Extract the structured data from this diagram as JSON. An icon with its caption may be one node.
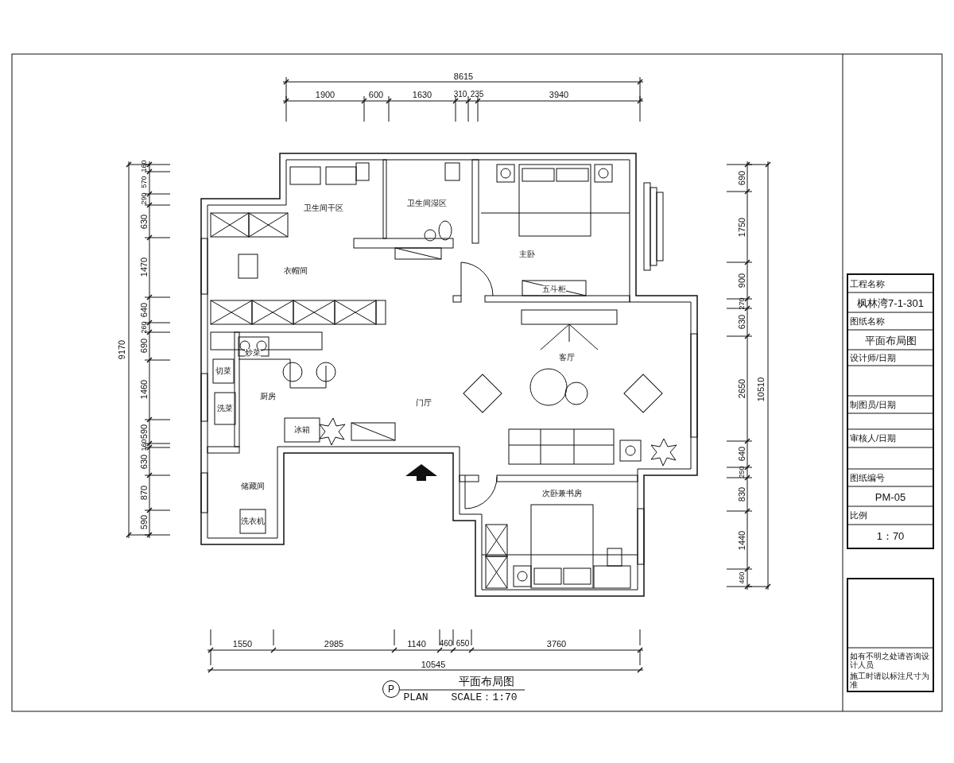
{
  "diagram": {
    "labels": [
      "8615",
      "1900",
      "600",
      "1630",
      "310",
      "235",
      "3940",
      "9170",
      "160",
      "570",
      "290",
      "630",
      "1470",
      "640",
      "260",
      "690",
      "1460",
      "590",
      "160",
      "630",
      "870",
      "590",
      "690",
      "1750",
      "900",
      "270",
      "630",
      "2650",
      "640",
      "250",
      "830",
      "1440",
      "460",
      "10510",
      "1550",
      "2985",
      "1140",
      "460",
      "650",
      "3760",
      "10545",
      "卫生间干区",
      "卫生间湿区",
      "衣帽间",
      "主卧",
      "五斗柜",
      "客厅",
      "炒菜",
      "切菜",
      "厨房",
      "门厅",
      "洗菜",
      "冰箱",
      "储藏间",
      "次卧兼书房",
      "洗衣机",
      "平面布局图",
      "P",
      "PLAN",
      "SCALE：1:70",
      "工程名称",
      "枫林湾7-1-301",
      "图纸名称",
      "平面布局图",
      "设计师/日期",
      "制图员/日期",
      "审核人/日期",
      "图纸编号",
      "PM-05",
      "比例",
      "1：70",
      "如有不明之处请咨询设计人员",
      "施工时请以标注尺寸为准"
    ]
  }
}
